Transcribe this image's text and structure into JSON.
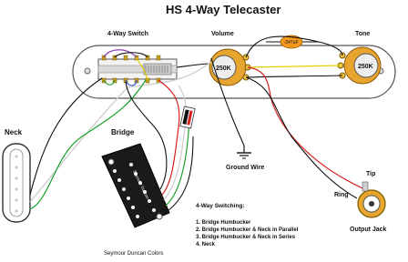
{
  "title": "HS 4-Way Telecaster",
  "labels": {
    "switch": "4-Way Switch",
    "volume": "Volume",
    "tone": "Tone",
    "cap": ".047uF",
    "neck": "Neck",
    "bridge": "Bridge",
    "ground": "Ground Wire",
    "tip": "Tip",
    "ring": "Ring",
    "jack": "Output Jack",
    "footer": "Seymour Duncan Colors",
    "volume_pot": "250K",
    "tone_pot": "250K",
    "humbucker_brand": "Seymour Duncan"
  },
  "switching": {
    "heading": "4-Way Switching:",
    "items": [
      "1. Bridge Humbucker",
      "2. Bridge Humbucker & Neck in Parallel",
      "3. Bridge Humbucker & Neck in Series",
      "4. Neck"
    ]
  },
  "colors": {
    "wire_red": "#d62020",
    "wire_green": "#1aa02a",
    "wire_white": "#cfcfcf",
    "wire_black": "#111111",
    "wire_yellow": "#e6cf00",
    "wire_blue": "#2a4fd0",
    "wire_purple": "#8a3fb0",
    "cap_orange": "#f39a1e",
    "pot_body": "#e7a42e"
  }
}
